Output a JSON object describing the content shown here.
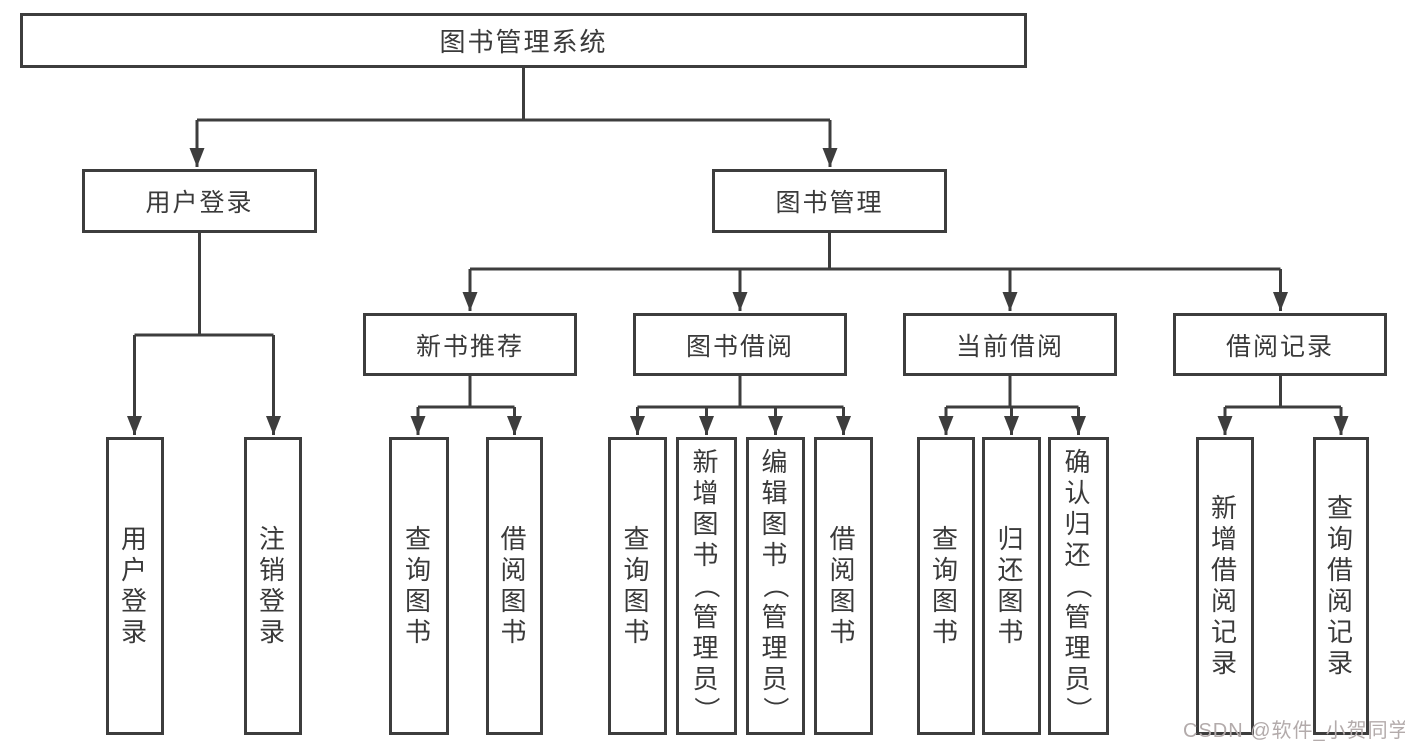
{
  "diagram_type": "hierarchy-tree",
  "title": "图书管理系统",
  "watermark": "CSDN @软件_小贺同学",
  "colors": {
    "line": "#3d3d3d",
    "border": "#3d3d3d",
    "text": "#3a3a3a",
    "watermark": "#b3abab",
    "background": "#ffffff"
  },
  "nodes": {
    "root": {
      "label": "图书管理系统"
    },
    "user_login": {
      "label": "用户登录"
    },
    "book_mgmt": {
      "label": "图书管理"
    },
    "user_login_leaf": {
      "label": "用户登录"
    },
    "logout_leaf": {
      "label": "注销登录"
    },
    "new_book_rec": {
      "label": "新书推荐"
    },
    "book_borrow": {
      "label": "图书借阅"
    },
    "current_borrow": {
      "label": "当前借阅"
    },
    "borrow_records": {
      "label": "借阅记录"
    },
    "rec_query_books": {
      "label": "查询图书"
    },
    "rec_borrow_books": {
      "label": "借阅图书"
    },
    "bb_query_books": {
      "label": "查询图书"
    },
    "bb_add_books": {
      "label": "新增图书（管理员）"
    },
    "bb_edit_books": {
      "label": "编辑图书（管理员）"
    },
    "bb_borrow_books": {
      "label": "借阅图书"
    },
    "cb_query_books": {
      "label": "查询图书"
    },
    "cb_return_books": {
      "label": "归还图书"
    },
    "cb_confirm_return": {
      "label": "确认归还（管理员）"
    },
    "br_add_record": {
      "label": "新增借阅记录"
    },
    "br_query_record": {
      "label": "查询借阅记录"
    }
  },
  "tree": {
    "图书管理系统": {
      "用户登录": [
        "用户登录",
        "注销登录"
      ],
      "图书管理": {
        "新书推荐": [
          "查询图书",
          "借阅图书"
        ],
        "图书借阅": [
          "查询图书",
          "新增图书（管理员）",
          "编辑图书（管理员）",
          "借阅图书"
        ],
        "当前借阅": [
          "查询图书",
          "归还图书",
          "确认归还（管理员）"
        ],
        "借阅记录": [
          "新增借阅记录",
          "查询借阅记录"
        ]
      }
    }
  }
}
